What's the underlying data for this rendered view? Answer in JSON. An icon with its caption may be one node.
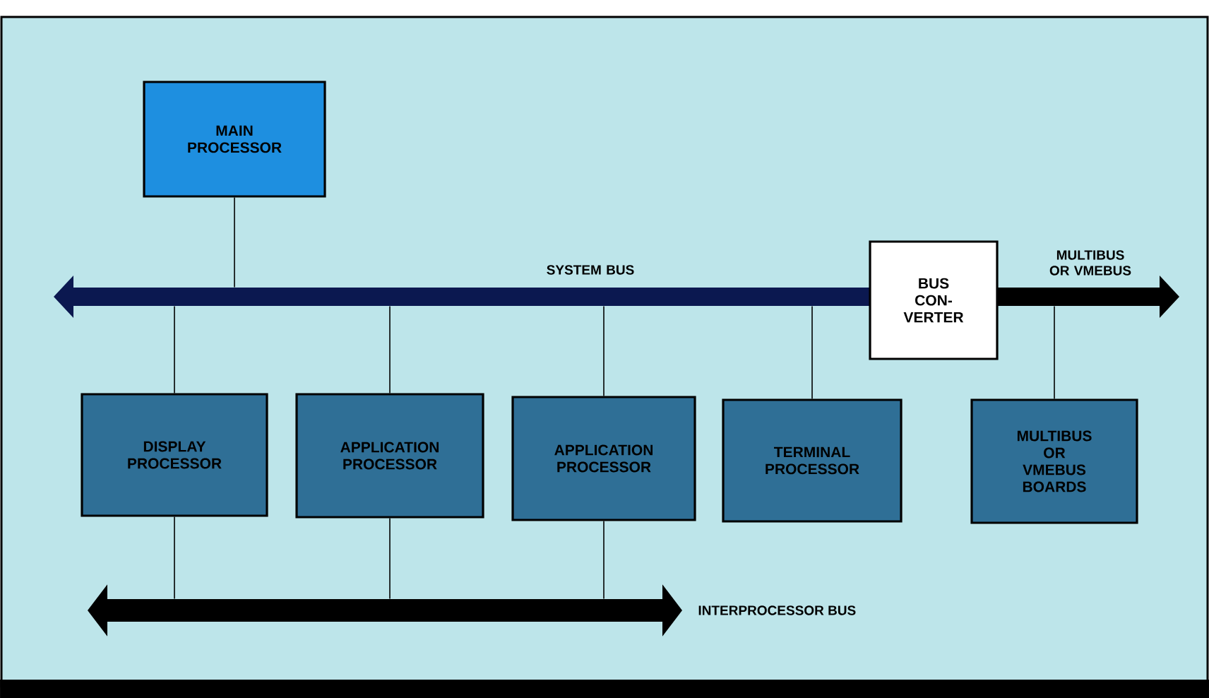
{
  "diagram": {
    "nodes": [
      {
        "text": [
          "MAIN PROCESSOR"
        ]
      },
      {
        "text": [
          "SYSTEM BUS"
        ]
      },
      {
        "text": [
          "BUS CON- VERTER"
        ]
      },
      {
        "text": [
          "MULTIBUS OR VMEBUS"
        ]
      },
      {
        "text": [
          "DISPLAY PROCESSOR"
        ]
      },
      {
        "text": [
          "APPLICATION PROCESSOR"
        ]
      },
      {
        "text": [
          "APPLICATION PROCESSOR"
        ]
      },
      {
        "text": [
          "TERMINAL PROCESSOR"
        ]
      },
      {
        "text": [
          "MULTIBUS OR VMEBUS BOARDS"
        ]
      },
      {
        "text": [
          "INTERPROCESSOR BUS"
        ]
      }
    ],
    "edges": [
      {
        "from": 0,
        "to": 1,
        "arrow": "none"
      },
      {
        "from": 1,
        "to": 4,
        "arrow": "none"
      },
      {
        "from": 1,
        "to": 5,
        "arrow": "none"
      },
      {
        "from": 1,
        "to": 6,
        "arrow": "none"
      },
      {
        "from": 1,
        "to": 7,
        "arrow": "none"
      },
      {
        "from": 3,
        "to": 8,
        "arrow": "none"
      },
      {
        "from": 4,
        "to": 9,
        "arrow": "none"
      },
      {
        "from": 5,
        "to": 9,
        "arrow": "none"
      },
      {
        "from": 6,
        "to": 9,
        "arrow": "none"
      }
    ]
  }
}
